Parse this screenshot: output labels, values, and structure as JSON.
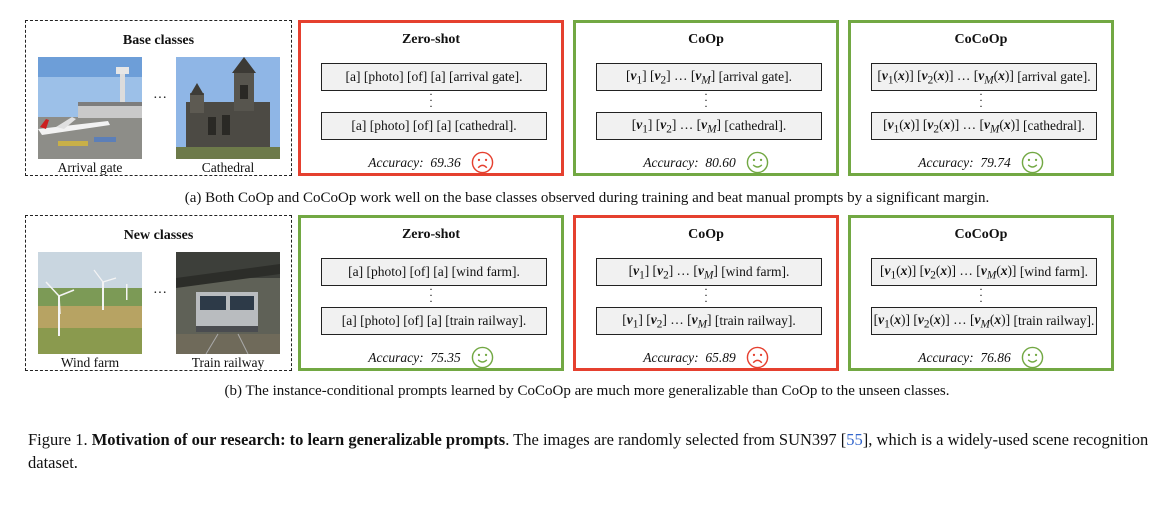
{
  "rows": [
    {
      "classes_title": "Base classes",
      "left_image": "arrival-gate-photo",
      "right_image": "cathedral-photo",
      "left_caption": "Arrival gate",
      "right_caption": "Cathedral",
      "ellipsis": "···",
      "methods": [
        {
          "title": "Zero-shot",
          "prompt1": "[a] [photo] [of] [a] [arrival gate].",
          "prompt2": "[a] [photo] [of] [a] [cathedral].",
          "accuracy_label": "Accuracy:",
          "accuracy": "69.36",
          "face": "sad",
          "border": "#e5402f"
        },
        {
          "title": "CoOp",
          "prompt1_suffix": "[arrival gate].",
          "prompt2_suffix": "[cathedral].",
          "accuracy_label": "Accuracy:",
          "accuracy": "80.60",
          "face": "happy",
          "border": "#72a843"
        },
        {
          "title": "CoCoOp",
          "prompt1_suffix": "[arrival gate].",
          "prompt2_suffix": "[cathedral].",
          "accuracy_label": "Accuracy:",
          "accuracy": "79.74",
          "face": "happy",
          "border": "#72a843"
        }
      ],
      "caption": "(a) Both CoOp and CoCoOp work well on the base classes observed during training and beat manual prompts by a significant margin."
    },
    {
      "classes_title": "New classes",
      "left_image": "wind-farm-photo",
      "right_image": "train-railway-photo",
      "left_caption": "Wind farm",
      "right_caption": "Train railway",
      "ellipsis": "···",
      "methods": [
        {
          "title": "Zero-shot",
          "prompt1": "[a] [photo] [of] [a] [wind farm].",
          "prompt2": "[a] [photo] [of] [a] [train railway].",
          "accuracy_label": "Accuracy:",
          "accuracy": "75.35",
          "face": "happy",
          "border": "#72a843"
        },
        {
          "title": "CoOp",
          "prompt1_suffix": "[wind farm].",
          "prompt2_suffix": "[train railway].",
          "accuracy_label": "Accuracy:",
          "accuracy": "65.89",
          "face": "sad",
          "border": "#e5402f"
        },
        {
          "title": "CoCoOp",
          "prompt1_suffix": "[wind farm].",
          "prompt2_suffix": "[train railway].",
          "accuracy_label": "Accuracy:",
          "accuracy": "76.86",
          "face": "happy",
          "border": "#72a843"
        }
      ],
      "caption": "(b) The instance-conditional prompts learned by CoCoOp are much more generalizable than CoOp to the unseen classes."
    }
  ],
  "figure_caption": {
    "label": "Figure 1.",
    "bold": "Motivation of our research: to learn generalizable prompts",
    "text_before_ref": ". The images are randomly selected from SUN397 [",
    "ref": "55",
    "text_after_ref": "], which is a widely-used scene recognition dataset."
  },
  "colors": {
    "good": "#72a843",
    "bad": "#e5402f",
    "prompt_bg": "#f1f1f1"
  }
}
